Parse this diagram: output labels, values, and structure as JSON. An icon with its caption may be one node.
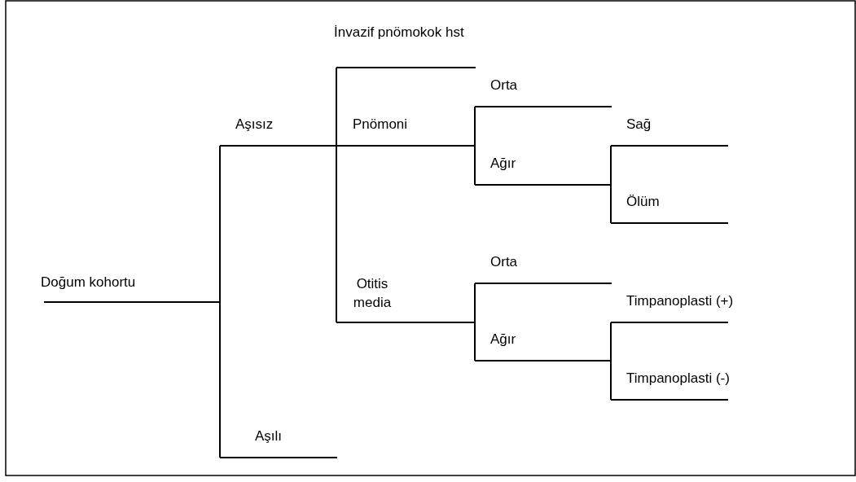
{
  "diagram": {
    "nodes": [
      {
        "text": [
          "Doğum kohortu"
        ]
      },
      {
        "text": [
          "Aşısız"
        ]
      },
      {
        "text": [
          "İnvazif pnömokok hst"
        ]
      },
      {
        "text": [
          "Pnömoni"
        ]
      },
      {
        "text": [
          "Orta"
        ]
      },
      {
        "text": [
          "Ağır"
        ]
      },
      {
        "text": [
          "Sağ"
        ]
      },
      {
        "text": [
          "Ölüm"
        ]
      },
      {
        "text": [
          "Otitis media"
        ]
      },
      {
        "text": [
          "Orta"
        ]
      },
      {
        "text": [
          "Ağır"
        ]
      },
      {
        "text": [
          "Timpanoplasti (+)"
        ]
      },
      {
        "text": [
          "Timpanoplasti (-)"
        ]
      },
      {
        "text": [
          "Aşılı"
        ]
      }
    ],
    "edges": [
      {
        "from": 0,
        "to": 1,
        "arrow": "none"
      },
      {
        "from": 0,
        "to": 13,
        "arrow": "none"
      },
      {
        "from": 1,
        "to": 2,
        "arrow": "none"
      },
      {
        "from": 1,
        "to": 3,
        "arrow": "none"
      },
      {
        "from": 1,
        "to": 8,
        "arrow": "none"
      },
      {
        "from": 3,
        "to": 4,
        "arrow": "none"
      },
      {
        "from": 3,
        "to": 5,
        "arrow": "none"
      },
      {
        "from": 5,
        "to": 6,
        "arrow": "none"
      },
      {
        "from": 5,
        "to": 7,
        "arrow": "none"
      },
      {
        "from": 8,
        "to": 9,
        "arrow": "none"
      },
      {
        "from": 8,
        "to": 10,
        "arrow": "none"
      },
      {
        "from": 10,
        "to": 11,
        "arrow": "none"
      },
      {
        "from": 10,
        "to": 12,
        "arrow": "none"
      }
    ]
  }
}
